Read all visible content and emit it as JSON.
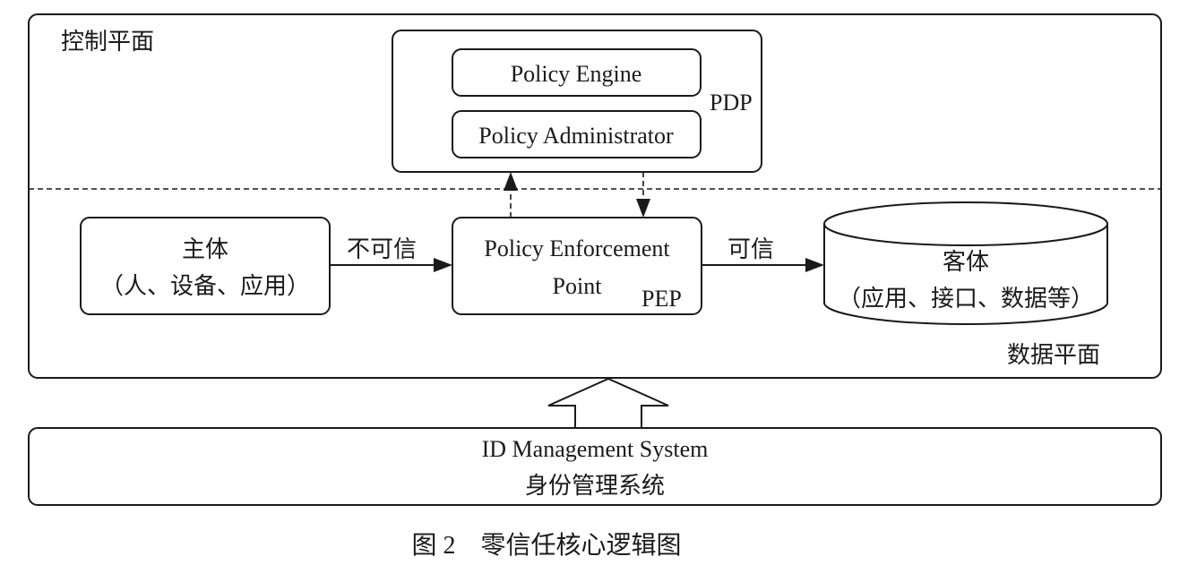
{
  "control_plane": {
    "label": "控制平面"
  },
  "data_plane": {
    "label": "数据平面"
  },
  "pdp": {
    "tag": "PDP",
    "engine": "Policy Engine",
    "administrator": "Policy Administrator"
  },
  "subject": {
    "line1": "主体",
    "line2": "（人、设备、应用）"
  },
  "pep": {
    "line1": "Policy Enforcement",
    "line2": "Point",
    "tag": "PEP"
  },
  "object": {
    "line1": "客体",
    "line2": "（应用、接口、数据等）"
  },
  "edges": {
    "untrusted": "不可信",
    "trusted": "可信"
  },
  "id_system": {
    "line1": "ID Management System",
    "line2": "身份管理系统"
  },
  "caption": "图 2　零信任核心逻辑图"
}
